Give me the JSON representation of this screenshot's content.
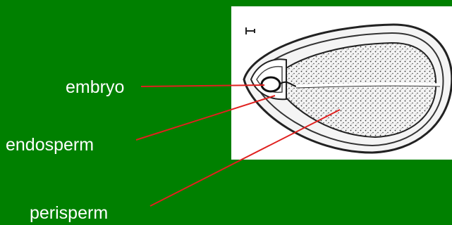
{
  "labels": {
    "embryo": "embryo",
    "endosperm": "endosperm",
    "perisperm": "perisperm"
  },
  "colors": {
    "background": "#008000",
    "label_text": "#ffffff",
    "leader_line": "#e0201e",
    "panel": "#ffffff",
    "drawing_ink": "#222222"
  }
}
